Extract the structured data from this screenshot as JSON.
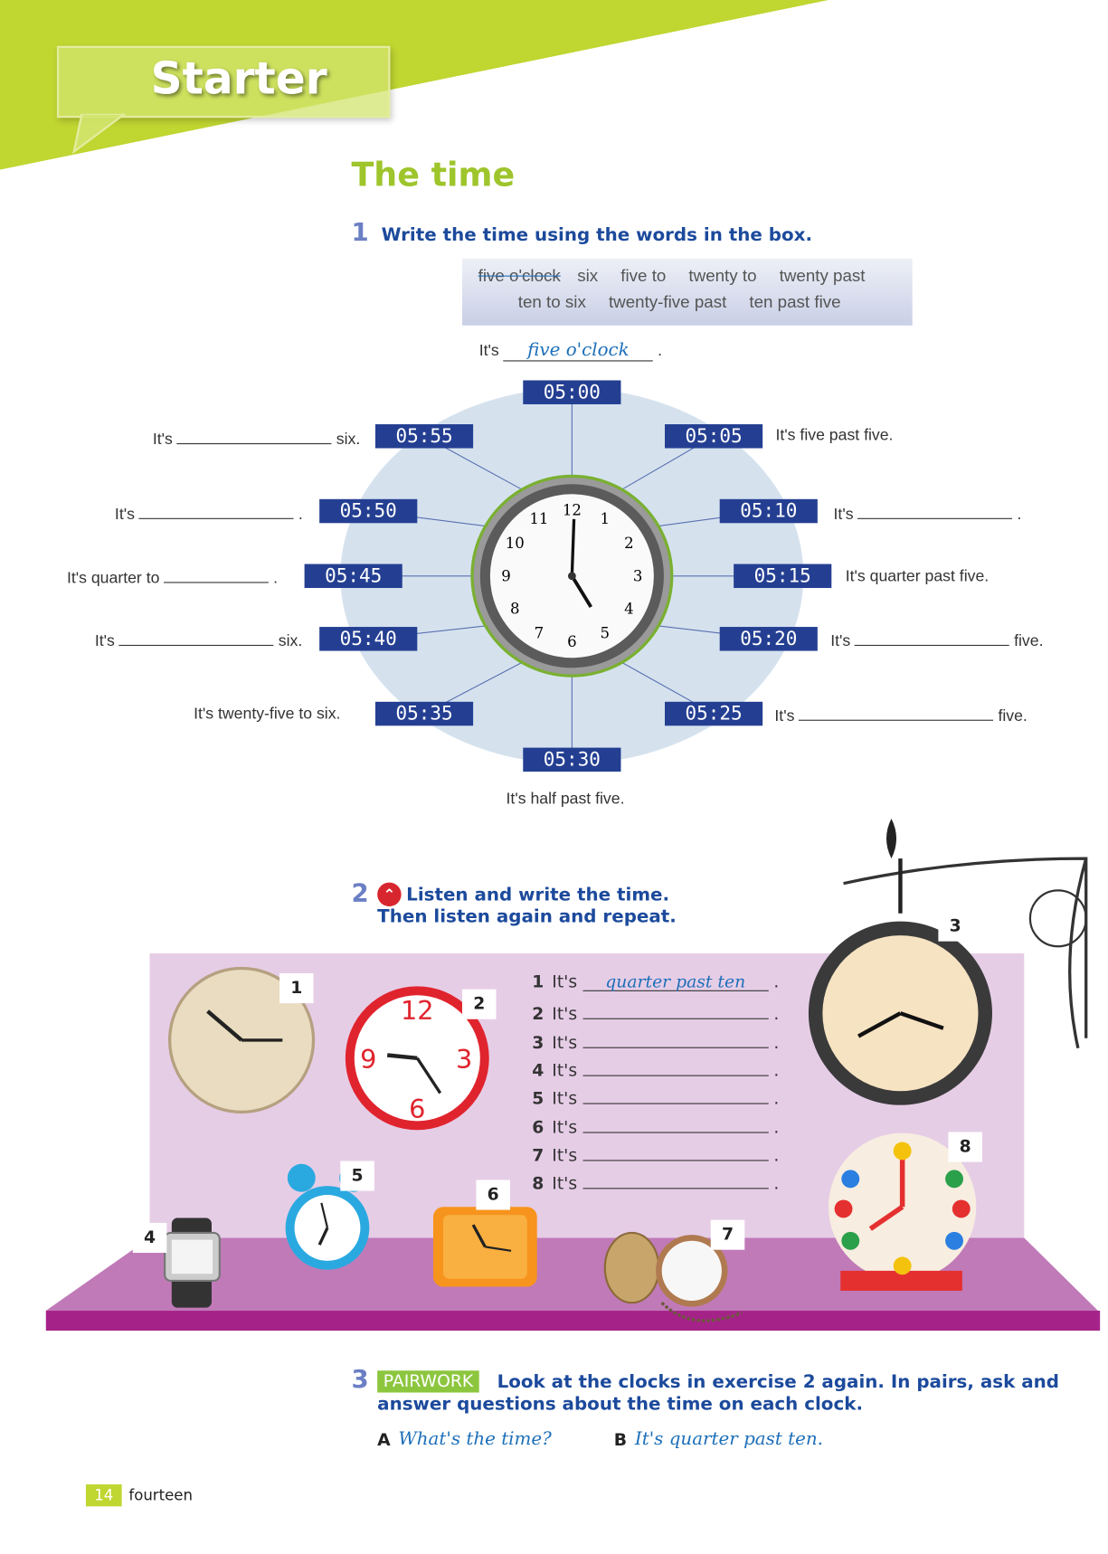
{
  "header": {
    "section": "Starter",
    "title": "The time"
  },
  "ex1": {
    "number": "1",
    "instruction": "Write the time using the words in the box.",
    "word_box": {
      "crossed": "five o'clock",
      "row1": [
        "six",
        "five to",
        "twenty to",
        "twenty past"
      ],
      "row2": [
        "ten to six",
        "twenty-five past",
        "ten past five"
      ]
    },
    "example": {
      "prefix": "It's",
      "answer": "five o'clock",
      "suffix": "."
    },
    "times": [
      "05:00",
      "05:05",
      "05:10",
      "05:15",
      "05:20",
      "05:25",
      "05:30",
      "05:35",
      "05:40",
      "05:45",
      "05:50",
      "05:55"
    ],
    "sentences": {
      "t0555": {
        "prefix": "It's",
        "suffix": "six."
      },
      "t0505": "It's five past five.",
      "t0550": {
        "prefix": "It's",
        "suffix": "."
      },
      "t0510": {
        "prefix": "It's",
        "suffix": "."
      },
      "t0545": {
        "prefix": "It's quarter to",
        "suffix": "."
      },
      "t0515": "It's quarter past five.",
      "t0540": {
        "prefix": "It's",
        "suffix": "six."
      },
      "t0520": {
        "prefix": "It's",
        "suffix": "five."
      },
      "t0535": "It's twenty-five to six.",
      "t0525": {
        "prefix": "It's",
        "suffix": "five."
      },
      "t0530": "It's half past five."
    },
    "clock_numbers": [
      "12",
      "1",
      "2",
      "3",
      "4",
      "5",
      "6",
      "7",
      "8",
      "9",
      "10",
      "11"
    ]
  },
  "ex2": {
    "number": "2",
    "line1": "Listen and write the time.",
    "line2": "Then listen again and repeat.",
    "audio_icon": "audio-icon",
    "rows": [
      {
        "n": "1",
        "prefix": "It's",
        "answer": "quarter past ten"
      },
      {
        "n": "2",
        "prefix": "It's",
        "answer": ""
      },
      {
        "n": "3",
        "prefix": "It's",
        "answer": ""
      },
      {
        "n": "4",
        "prefix": "It's",
        "answer": ""
      },
      {
        "n": "5",
        "prefix": "It's",
        "answer": ""
      },
      {
        "n": "6",
        "prefix": "It's",
        "answer": ""
      },
      {
        "n": "7",
        "prefix": "It's",
        "answer": ""
      },
      {
        "n": "8",
        "prefix": "It's",
        "answer": ""
      }
    ],
    "tags": [
      "1",
      "2",
      "3",
      "4",
      "5",
      "6",
      "7",
      "8"
    ]
  },
  "ex3": {
    "number": "3",
    "badge": "PAIRWORK",
    "line1": "Look at the clocks in exercise 2 again. In pairs, ask and",
    "line2": "answer questions about the time on each clock.",
    "a_label": "A",
    "a_text": "What's the time?",
    "b_label": "B",
    "b_text": "It's quarter past ten."
  },
  "footer": {
    "page_number": "14",
    "page_word": "fourteen"
  },
  "colors": {
    "green": "#c0d631",
    "navy": "#243f92",
    "blue_text": "#1c4a9c",
    "lavender": "#e6cde6",
    "shelf": "#c07ab8",
    "shelf_front": "#a52389"
  }
}
